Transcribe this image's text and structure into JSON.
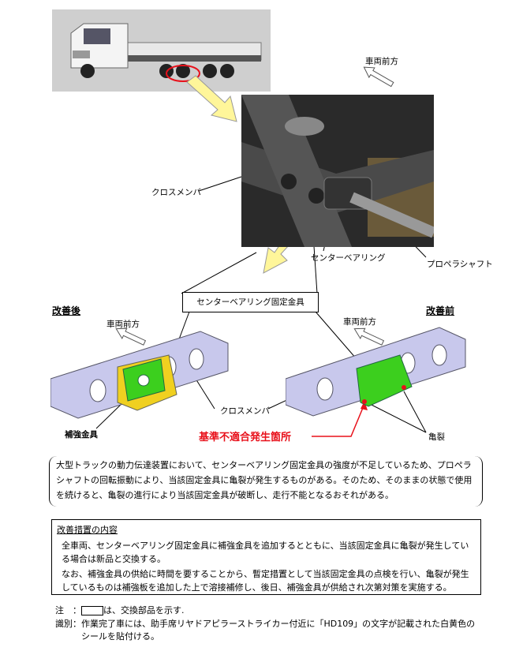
{
  "figure": {
    "forward_label": "車両前方",
    "cross_member_label": "クロスメンバ",
    "center_bearing_label": "センターベアリング",
    "propeller_shaft_label": "プロペラシャフト",
    "bracket_box_label": "センターベアリング固定金具",
    "after_label": "改善後",
    "before_label": "改善前",
    "reinforcement_label": "補強金具",
    "nonconformity_label": "基準不適合発生箇所",
    "crack_label": "亀裂",
    "colors": {
      "highlight_red": "#e8101a",
      "part_green": "#3ccf1e",
      "reinforce_yellow": "#f0d020",
      "frame_lavender": "#c8c8ec"
    }
  },
  "description": "大型トラックの動力伝達装置において、センターベアリング固定金具の強度が不足しているため、プロペラシャフトの回転振動により、当該固定金具に亀裂が発生するものがある。そのため、そのままの状態で使用を続けると、亀裂の進行により当該固定金具が破断し、走行不能となるおそれがある。",
  "remedy": {
    "title": "改善措置の内容",
    "para1": "全車両、センターベアリング固定金具に補強金具を追加するとともに、当該固定金具に亀裂が発生している場合は新品と交換する。",
    "para2": "なお、補強金具の供給に時間を要することから、暫定措置として当該固定金具の点検を行い、亀裂が発生しているものは補強板を追加した上で溶接補修し、後日、補強金具が供給され次第対策を実施する。"
  },
  "notes": {
    "note_label": "注　：",
    "note_text": "は、交換部品を示す.",
    "id_label": "識別：",
    "id_text": "作業完了車には、助手席リヤドアピラーストライカー付近に「HD109」の文字が記載された白黄色のシールを貼付ける。"
  }
}
